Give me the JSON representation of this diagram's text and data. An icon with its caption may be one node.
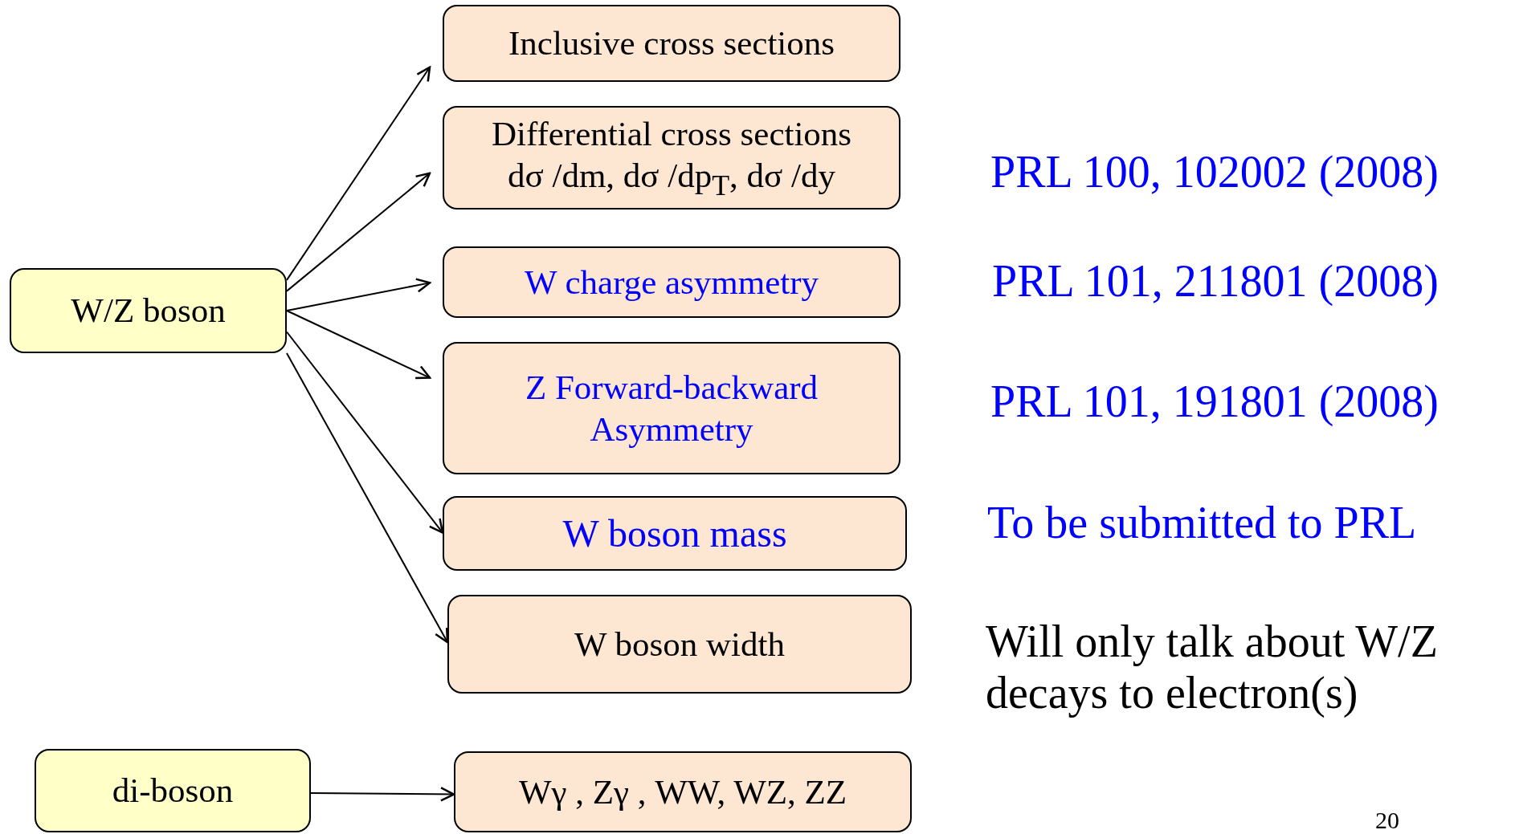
{
  "diagram": {
    "nodes": [
      {
        "text": [
          "W/Z boson"
        ]
      },
      {
        "text": [
          "Inclusive cross sections"
        ]
      },
      {
        "text": [
          "Differential  cross sections",
          "dσ /dm, dσ /dp$_{T}$, dσ /dy"
        ]
      },
      {
        "text": [
          "W charge asymmetry"
        ]
      },
      {
        "text": [
          "Z Forward-backward Asymmetry"
        ]
      },
      {
        "text": [
          "W boson mass"
        ]
      },
      {
        "text": [
          "W boson width"
        ]
      },
      {
        "text": [
          "di-boson"
        ]
      },
      {
        "text": [
          "Wγ  , Zγ  , WW, WZ, ZZ"
        ]
      }
    ],
    "edges": [
      {
        "from": 0,
        "to": 1,
        "arrow": "to"
      },
      {
        "from": 0,
        "to": 2,
        "arrow": "to"
      },
      {
        "from": 0,
        "to": 3,
        "arrow": "to"
      },
      {
        "from": 0,
        "to": 4,
        "arrow": "to"
      },
      {
        "from": 0,
        "to": 5,
        "arrow": "to"
      },
      {
        "from": 0,
        "to": 6,
        "arrow": "to"
      },
      {
        "from": 7,
        "to": 8,
        "arrow": "to"
      }
    ],
    "labels": [
      "PRL 100, 102002 (2008)",
      "PRL 101, 211801 (2008)",
      "PRL 101, 191801 (2008)",
      "To be submitted to PRL",
      "Will only talk about W/Z decays to electron(s)",
      "20"
    ]
  }
}
